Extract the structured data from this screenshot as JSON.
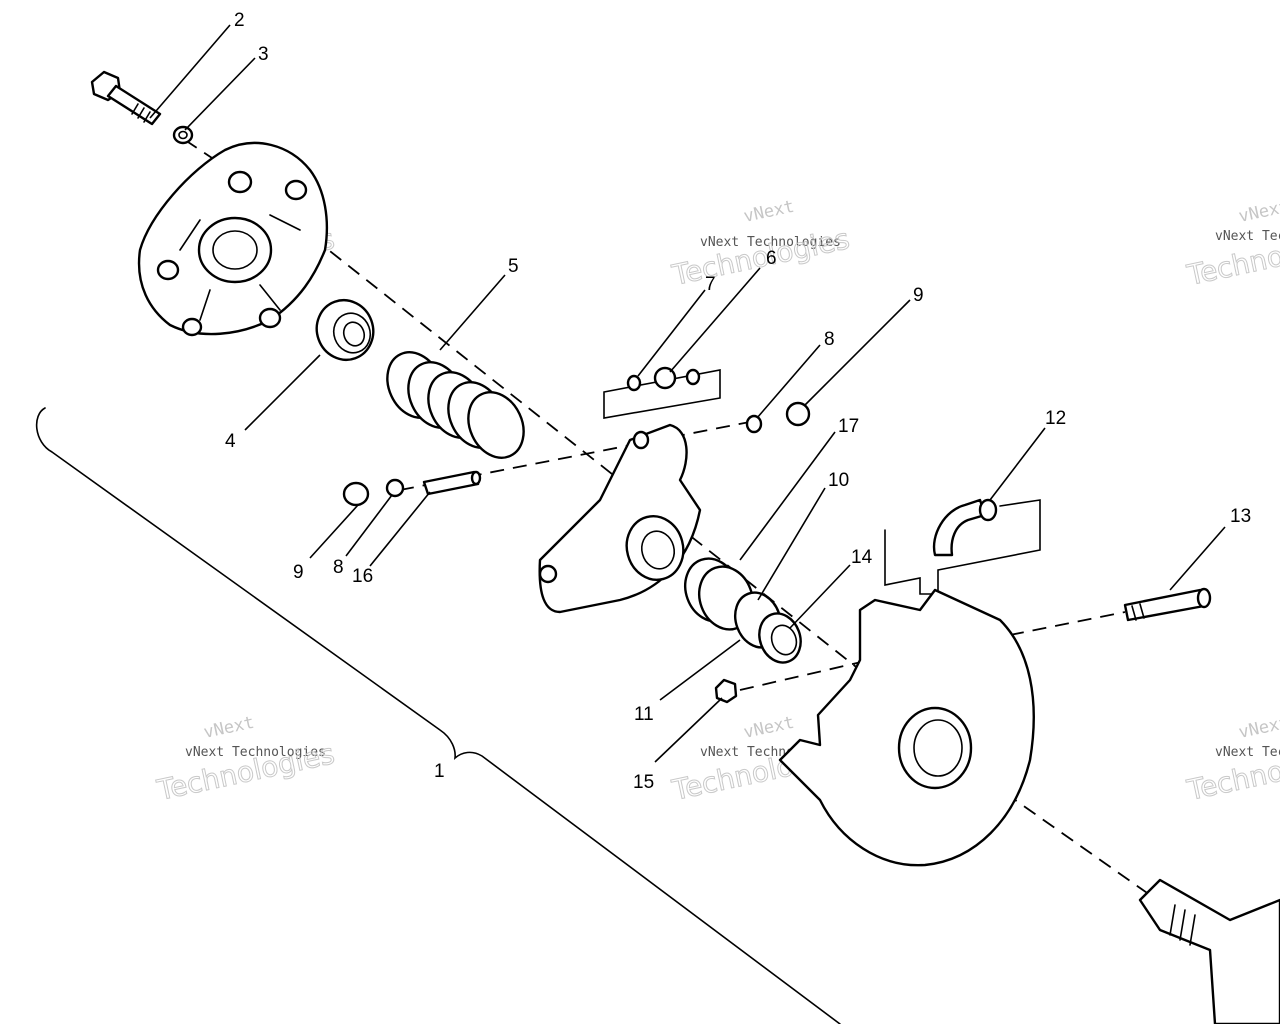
{
  "callouts": {
    "c1": "1",
    "c2": "2",
    "c3": "3",
    "c4": "4",
    "c5": "5",
    "c6": "6",
    "c7": "7",
    "c8a": "8",
    "c8b": "8",
    "c9a": "9",
    "c9b": "9",
    "c10": "10",
    "c11": "11",
    "c12": "12",
    "c13": "13",
    "c14": "14",
    "c15": "15",
    "c16": "16",
    "c17": "17"
  },
  "watermark": {
    "line1": "vNext",
    "line2": "vNext Technologies",
    "line3": "Technologies"
  },
  "colors": {
    "ink": "#000000",
    "paper": "#ffffff",
    "watermark": "#c6c6c6"
  }
}
